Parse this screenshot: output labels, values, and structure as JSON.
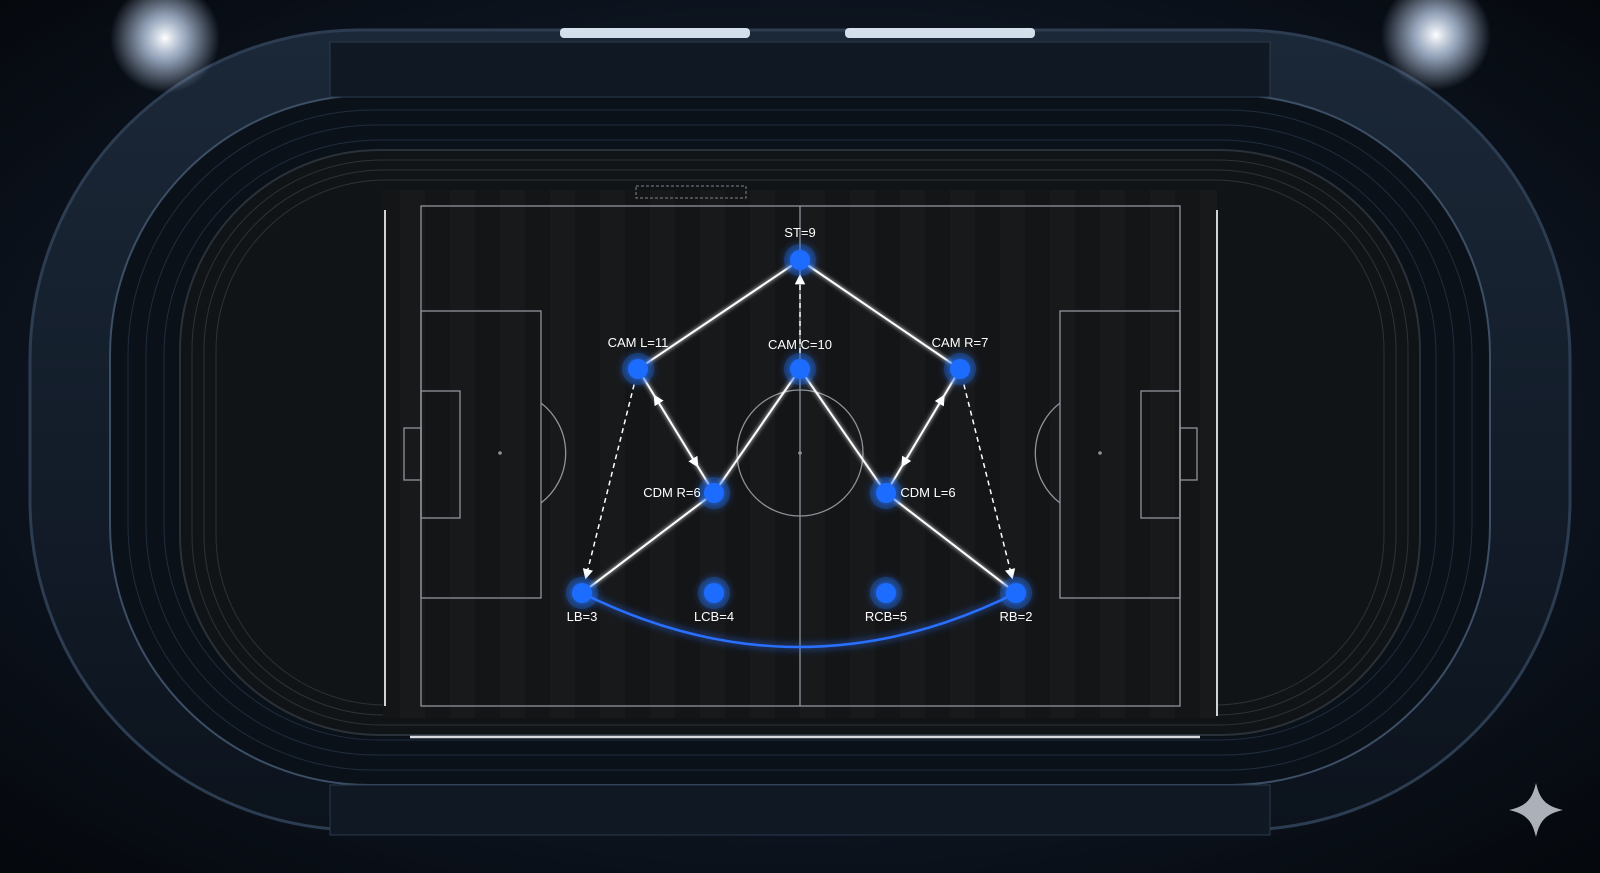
{
  "players": [
    {
      "id": "st",
      "label": "ST=9"
    },
    {
      "id": "cam-l",
      "label": "CAM L=11"
    },
    {
      "id": "cam-c",
      "label": "CAM C=10"
    },
    {
      "id": "cam-r",
      "label": "CAM R=7"
    },
    {
      "id": "cdm-r",
      "label": "CDM R=6"
    },
    {
      "id": "cdm-l",
      "label": "CDM L=6"
    },
    {
      "id": "lb",
      "label": "LB=3"
    },
    {
      "id": "lcb",
      "label": "LCB=4"
    },
    {
      "id": "rcb",
      "label": "RCB=5"
    },
    {
      "id": "rb",
      "label": "RB=2"
    }
  ],
  "links": [
    {
      "from": "st",
      "to": "cam-l",
      "style": "solid",
      "color": "white"
    },
    {
      "from": "st",
      "to": "cam-r",
      "style": "solid",
      "color": "white"
    },
    {
      "from": "cam-c",
      "to": "st",
      "style": "dashed-arrow",
      "color": "white"
    },
    {
      "from": "cam-l",
      "to": "cam-c",
      "style": "solid",
      "color": "white"
    },
    {
      "from": "cam-c",
      "to": "cam-r",
      "style": "solid",
      "color": "white"
    },
    {
      "from": "cam-l",
      "to": "cdm-r",
      "style": "solid",
      "color": "white"
    },
    {
      "from": "cam-c",
      "to": "cdm-r",
      "style": "solid",
      "color": "white"
    },
    {
      "from": "cam-c",
      "to": "cdm-l",
      "style": "solid",
      "color": "white"
    },
    {
      "from": "cam-r",
      "to": "cdm-l",
      "style": "solid",
      "color": "white"
    },
    {
      "from": "cdm-r",
      "to": "cdm-l",
      "style": "solid",
      "color": "white"
    },
    {
      "from": "cdm-r",
      "to": "lb",
      "style": "solid",
      "color": "white"
    },
    {
      "from": "cdm-r",
      "to": "lcb",
      "style": "solid",
      "color": "white"
    },
    {
      "from": "cdm-l",
      "to": "rcb",
      "style": "solid",
      "color": "white"
    },
    {
      "from": "cdm-l",
      "to": "rb",
      "style": "solid",
      "color": "white"
    },
    {
      "from": "cam-l",
      "to": "lb",
      "style": "dashed-arrow",
      "color": "white"
    },
    {
      "from": "cam-r",
      "to": "rb",
      "style": "dashed-arrow",
      "color": "white"
    },
    {
      "from": "cam-l",
      "to": "cdm-r",
      "style": "dashed-double-arrow",
      "color": "white"
    },
    {
      "from": "cam-r",
      "to": "cdm-l",
      "style": "dashed-double-arrow",
      "color": "white"
    },
    {
      "from": "lb",
      "to": "lcb",
      "style": "solid",
      "color": "blue"
    },
    {
      "from": "lcb",
      "to": "rcb",
      "style": "solid",
      "color": "blue"
    },
    {
      "from": "rcb",
      "to": "rb",
      "style": "solid",
      "color": "blue"
    },
    {
      "from": "lb",
      "to": "rb",
      "style": "curve",
      "color": "blue"
    }
  ],
  "colors": {
    "node": "#1e6dff",
    "node_glow": "#2f7bff",
    "link_white": "#ffffff",
    "link_blue": "#2b6fff",
    "pitch": "#141517",
    "pitch_lines": "#8f949b",
    "stadium_shell": "#0d1724",
    "floodlight": "#e8f2ff"
  },
  "icons": {
    "watermark": "sparkle-icon"
  }
}
